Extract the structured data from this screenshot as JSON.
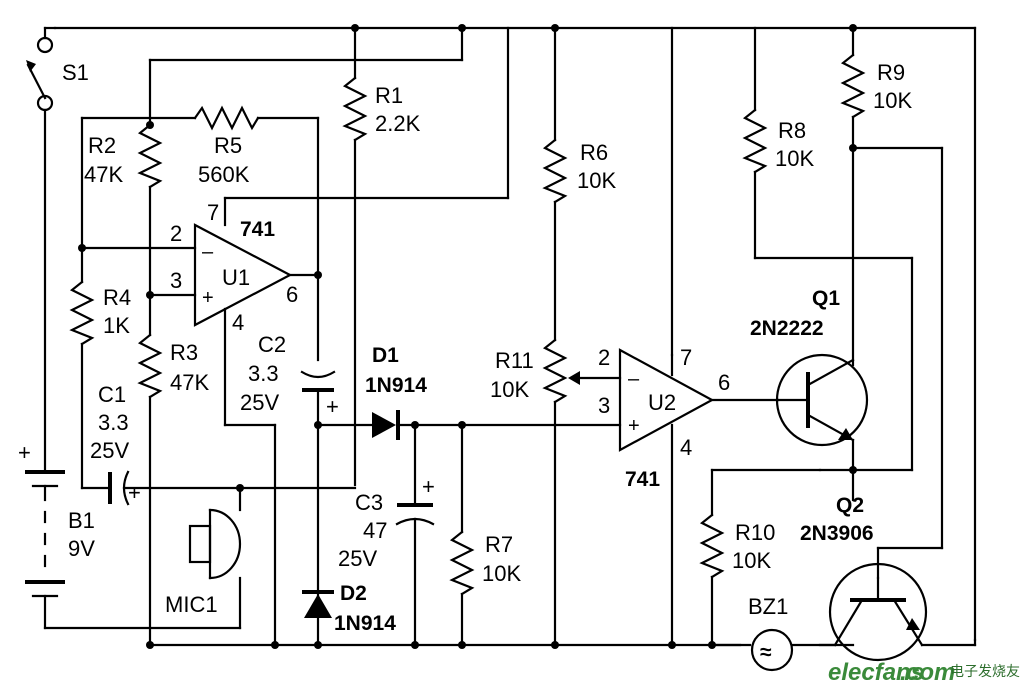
{
  "switch": {
    "ref": "S1"
  },
  "battery": {
    "ref": "B1",
    "value": "9V",
    "plus": "+"
  },
  "resistors": [
    {
      "ref": "R1",
      "value": "2.2K"
    },
    {
      "ref": "R2",
      "value": "47K"
    },
    {
      "ref": "R3",
      "value": "47K"
    },
    {
      "ref": "R4",
      "value": "1K"
    },
    {
      "ref": "R5",
      "value": "560K"
    },
    {
      "ref": "R6",
      "value": "10K"
    },
    {
      "ref": "R7",
      "value": "10K"
    },
    {
      "ref": "R8",
      "value": "10K"
    },
    {
      "ref": "R9",
      "value": "10K"
    },
    {
      "ref": "R10",
      "value": "10K"
    },
    {
      "ref": "R11",
      "value": "10K"
    }
  ],
  "capacitors": [
    {
      "ref": "C1",
      "value": "3.3",
      "voltage": "25V",
      "plus": "+"
    },
    {
      "ref": "C2",
      "value": "3.3",
      "voltage": "25V",
      "plus": "+"
    },
    {
      "ref": "C3",
      "value": "47",
      "voltage": "25V",
      "plus": "+"
    }
  ],
  "diodes": [
    {
      "ref": "D1",
      "part": "1N914"
    },
    {
      "ref": "D2",
      "part": "1N914"
    }
  ],
  "opamps": [
    {
      "ref": "U1",
      "part": "741",
      "pins": {
        "inv": "2",
        "noninv": "3",
        "out": "6",
        "vcc": "7",
        "vee": "4"
      },
      "minus": "–",
      "plus": "+"
    },
    {
      "ref": "U2",
      "part": "741",
      "pins": {
        "inv": "2",
        "noninv": "3",
        "out": "6",
        "vcc": "7",
        "vee": "4"
      },
      "minus": "–",
      "plus": "+"
    }
  ],
  "transistors": [
    {
      "ref": "Q1",
      "part": "2N2222"
    },
    {
      "ref": "Q2",
      "part": "2N3906"
    }
  ],
  "mic": {
    "ref": "MIC1"
  },
  "buzzer": {
    "ref": "BZ1",
    "symbol": "≈"
  },
  "watermark": {
    "brand": "elecfans",
    "dot": ".",
    "domain": "com",
    "cn": "电子发烧友"
  }
}
